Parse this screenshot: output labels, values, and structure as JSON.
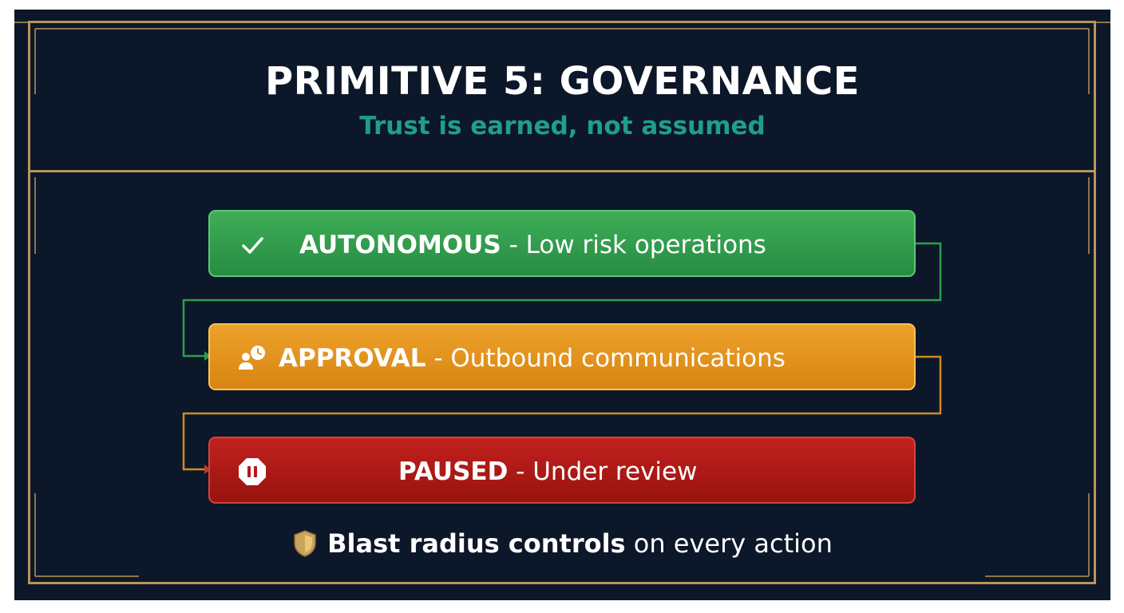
{
  "header": {
    "title": "PRIMITIVE 5: GOVERNANCE",
    "subtitle": "Trust is earned, not assumed"
  },
  "states": [
    {
      "label": "AUTONOMOUS",
      "separator": " - ",
      "description": "Low risk operations",
      "icon": "check-icon",
      "color": "#2f9e4c"
    },
    {
      "label": "APPROVAL",
      "separator": " - ",
      "description": "Outbound communications",
      "icon": "user-clock-icon",
      "color": "#e4921c"
    },
    {
      "label": "PAUSED",
      "separator": " - ",
      "description": "Under review",
      "icon": "pause-octagon-icon",
      "color": "#b01a17"
    }
  ],
  "footer": {
    "icon": "shield-icon",
    "bold_text": "Blast radius controls",
    "rest_text": " on every action"
  },
  "colors": {
    "background": "#0c1729",
    "frame_gold": "#b9955a",
    "subtitle_teal": "#1f9e8e"
  }
}
